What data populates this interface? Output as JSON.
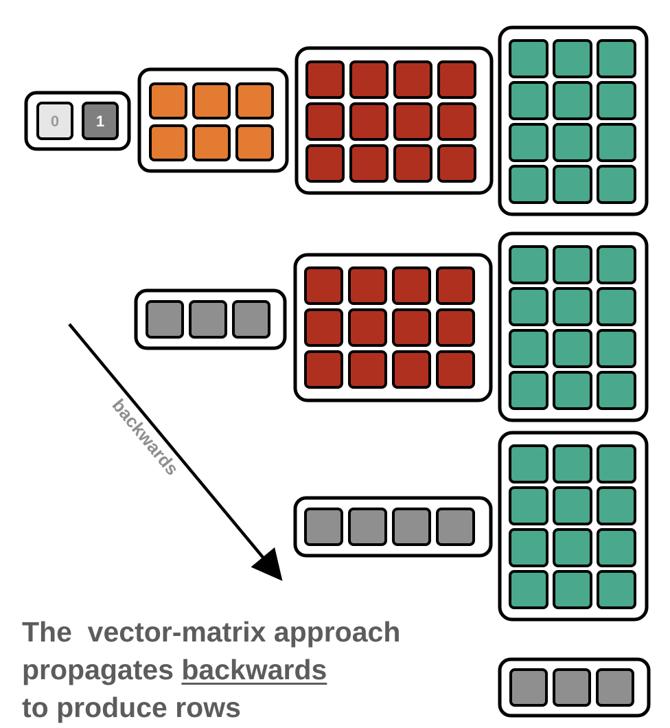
{
  "diagram": {
    "selector_labels": [
      "0",
      "1"
    ],
    "arrow_label": "backwards"
  },
  "caption": {
    "line1": "The  vector-matrix approach",
    "line2_prefix": "propagates ",
    "line2_underlined": "backwards",
    "line3": "to produce rows"
  },
  "colors": {
    "orange": "#e37b33",
    "red": "#b03020",
    "teal": "#4aa88c",
    "gray": "#8f8f8f",
    "light_gray": "#e6e6e6",
    "dark_gray": "#7f7f7f",
    "caption_text": "#5c5c5c"
  }
}
